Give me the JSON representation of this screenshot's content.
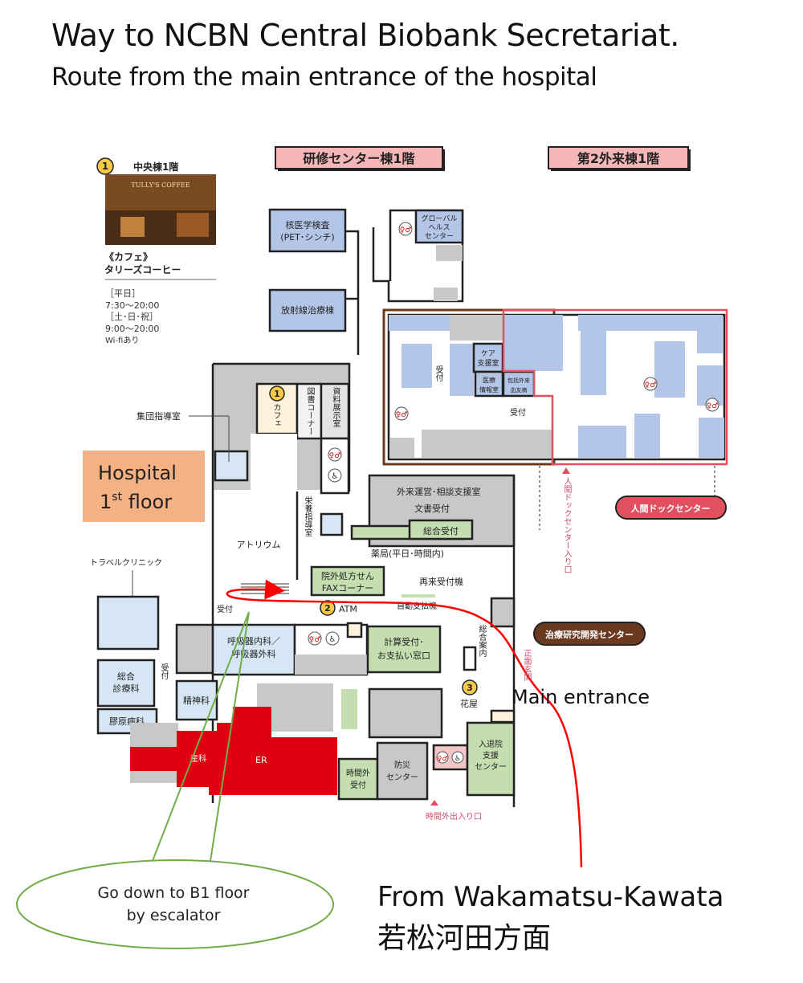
{
  "title": {
    "line1": "Way to  NCBN Central Biobank Secretariat.",
    "line2": "Route from the  main entrance of the hospital"
  },
  "cafe_panel": {
    "marker": "1",
    "floor": "中央棟1階",
    "photo_sign": "TULLY'S COFFEE",
    "category": "《カフェ》",
    "name": "タリーズコーヒー",
    "hours": [
      "［平日］",
      "7:30〜20:00",
      "［土･日･祝］",
      "9:00〜20:00",
      "Wi-fiあり"
    ]
  },
  "building_headers": {
    "training_center": "研修センター棟1階",
    "second_outpatient": "第2外来棟1階"
  },
  "floor_label": {
    "line1": "Hospital",
    "line2_num": "1",
    "line2_sup": "st",
    "line2_rest": " floor"
  },
  "rooms": {
    "pet": [
      "核医学検査",
      "(PET･シンチ)"
    ],
    "radiation": "放射線治療棟",
    "global_health": [
      "グローバル",
      "ヘルス",
      "センター"
    ],
    "care_support": [
      "ケア",
      "支援室"
    ],
    "medical_info": [
      "医療",
      "情報室"
    ],
    "comprehensive": [
      "包括外来",
      "血友病"
    ],
    "reception": "受付",
    "group_guidance": "集団指導室",
    "cafe": "カフェ",
    "library": "図書コーナー",
    "exhibit": "資料展示室",
    "nutrition": "栄養指導室",
    "atrium": "アトリウム",
    "outpatient_ops": "外来運営･相談支援室",
    "document_reception": "文書受付",
    "general_reception": "総合受付",
    "pharmacy": "薬局(平日･時間内)",
    "travel_clinic": "トラベルクリニック",
    "fax": [
      "院外処方せん",
      "FAXコーナー"
    ],
    "revisit_machine": "再来受付機",
    "auto_payment": "自動支払機",
    "atm": "ATM",
    "respiratory": [
      "呼吸器内科／",
      "呼吸器外科"
    ],
    "billing": [
      "計算受付･",
      "お支払い窓口"
    ],
    "information": "総合案内",
    "general_medicine": [
      "総合",
      "診療科"
    ],
    "collagen": "膠原病科",
    "psychiatry": "精神科",
    "obstetrics": "産科",
    "er": "ER",
    "after_hours_reception": [
      "時間外",
      "受付"
    ],
    "disaster_center": [
      "防災",
      "センター"
    ],
    "admission_center": [
      "入退院",
      "支援",
      "センター"
    ],
    "florist": "花屋",
    "after_hours_entrance": "時間外出入り口",
    "main_entrance_jp": "正面玄関",
    "dock_entrance": "人間ドックセンター入り口"
  },
  "markers": {
    "m2": "2",
    "m3": "3"
  },
  "badges": {
    "ningen_dock": "人間ドックセンター",
    "treatment_research": "治療研究開発センター"
  },
  "annotations": {
    "main_entrance": "Main entrance",
    "escalator_note_1": "Go down to B1 floor",
    "escalator_note_2": "by escalator",
    "from_line1": "From Wakamatsu-Kawata",
    "from_line2": "若松河田方面"
  },
  "colors": {
    "route": "#ff0000",
    "callout": "#70ad47",
    "er": "#e00012",
    "floor_label": "#f4b183",
    "dock": "#e0505f",
    "research": "#6b3a1e"
  }
}
